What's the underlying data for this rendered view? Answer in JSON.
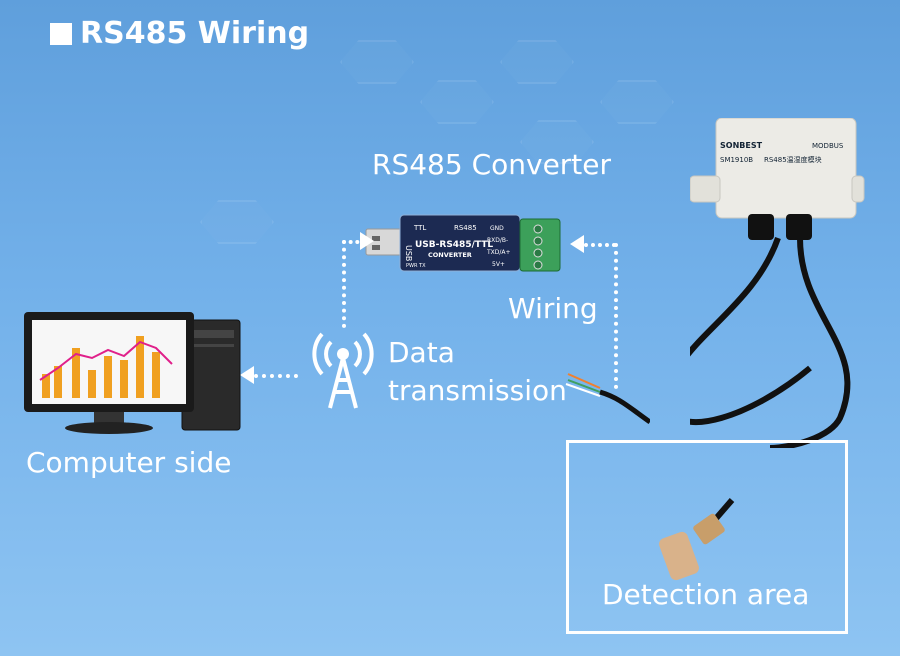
{
  "title": "RS485 Wiring",
  "labels": {
    "converter": "RS485 Converter",
    "wiring": "Wiring",
    "data_transmission_line1": "Data",
    "data_transmission_line2": "transmission",
    "computer_side": "Computer side",
    "detection_area": "Detection area"
  },
  "converter_device": {
    "usb": "USB",
    "ttl": "TTL",
    "rs485": "RS485",
    "name": "USB-RS485/TTL",
    "sub": "CONVERTER",
    "pins": [
      "GND",
      "RXD/B-",
      "TXD/A+",
      "5V+"
    ],
    "leds": "PWR TX"
  },
  "sensor_device": {
    "brand": "SONBEST",
    "protocol": "MODBUS",
    "model": "SM1910B",
    "desc": "RS485温湿度模块"
  }
}
